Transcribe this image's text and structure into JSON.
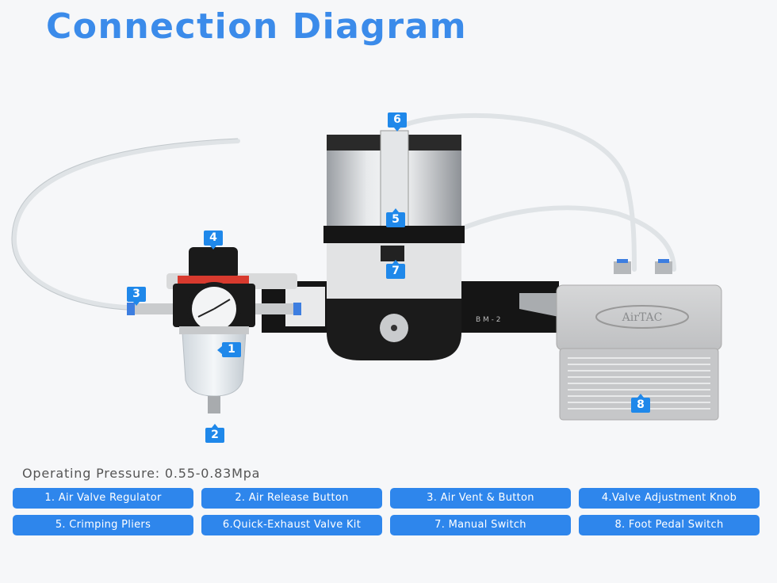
{
  "title": "Connection Diagram",
  "markers": [
    {
      "id": "1",
      "label": "1"
    },
    {
      "id": "2",
      "label": "2"
    },
    {
      "id": "3",
      "label": "3"
    },
    {
      "id": "4",
      "label": "4"
    },
    {
      "id": "5",
      "label": "5"
    },
    {
      "id": "6",
      "label": "6"
    },
    {
      "id": "7",
      "label": "7"
    },
    {
      "id": "8",
      "label": "8"
    }
  ],
  "device_labels": {
    "pedal_brand": "AirTAC",
    "plate_model": "BM-2"
  },
  "pressure": "Operating Pressure: 0.55-0.83Mpa",
  "legend": [
    {
      "label": "1. Air Valve Regulator"
    },
    {
      "label": "2. Air Release Button"
    },
    {
      "label": "3. Air Vent & Button"
    },
    {
      "label": "4.Valve Adjustment Knob"
    },
    {
      "label": "5. Crimping Pliers"
    },
    {
      "label": "6.Quick-Exhaust Valve Kit"
    },
    {
      "label": "7. Manual Switch"
    },
    {
      "label": "8. Foot Pedal Switch"
    }
  ],
  "colors": {
    "accent": "#2e86ec",
    "title": "#3b8bea",
    "background": "#f6f7f9"
  }
}
